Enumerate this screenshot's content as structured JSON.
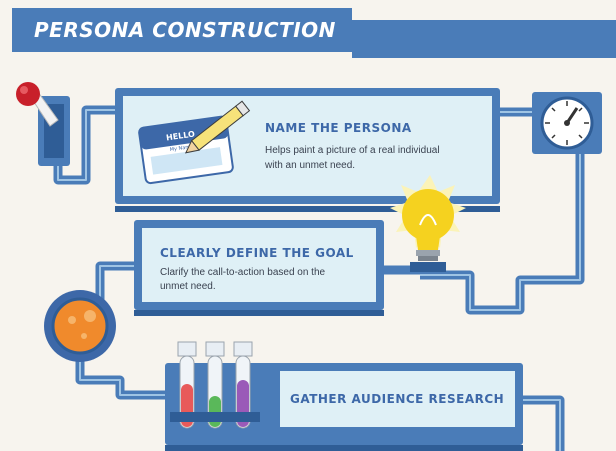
{
  "title": "PERSONA CONSTRUCTION",
  "steps": [
    {
      "title": "NAME THE PERSONA",
      "desc_line1": "Helps paint a picture of a real individual",
      "desc_line2": "with an unmet need."
    },
    {
      "title": "CLEARLY DEFINE THE GOAL",
      "desc_line1": "Clarify the call-to-action based on the",
      "desc_line2": "unmet need."
    },
    {
      "title": "GATHER AUDIENCE RESEARCH"
    }
  ],
  "name_tag": {
    "hello": "HELLO",
    "sub": "My Name is"
  },
  "colors": {
    "background": "#f7f4ee",
    "primary_blue": "#4a7cb8",
    "card_fill": "#dff0f6",
    "title_text": "#3d68a8",
    "bulb": "#f5d21f",
    "orb": "#f08a2c",
    "lever_knob": "#c8202a"
  },
  "icons": [
    "lever-switch-icon",
    "pressure-gauge-icon",
    "name-tag-icon",
    "pencil-icon",
    "light-bulb-icon",
    "orange-orb-icon",
    "test-tubes-icon"
  ]
}
